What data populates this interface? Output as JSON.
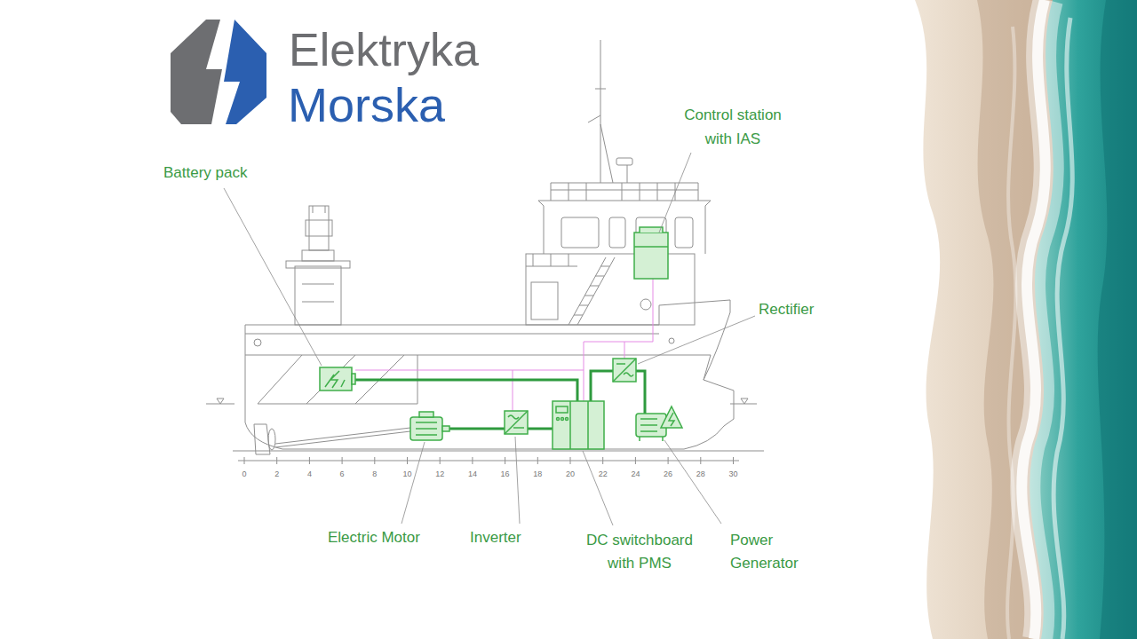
{
  "diagram": {
    "labels": [
      "Elektryka",
      "Morska",
      "Battery pack",
      "Control station with IAS",
      "Rectifier",
      "Electric Motor",
      "Inverter",
      "DC switchboard with PMS",
      "Power Generator",
      "0",
      "2",
      "4",
      "6",
      "8",
      "10",
      "12",
      "14",
      "16",
      "18",
      "20",
      "22",
      "24",
      "26",
      "28",
      "30"
    ]
  }
}
